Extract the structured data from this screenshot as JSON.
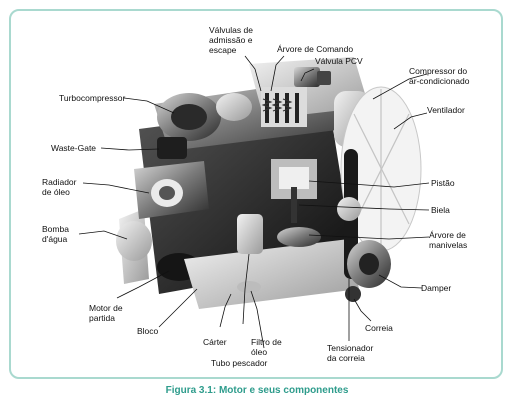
{
  "labels": {
    "valvulas_1": "Válvulas de",
    "valvulas_2": "admissão e",
    "valvulas_3": "escape",
    "arvore_comando": "Árvore de Comando",
    "valvula_pcv": "Válvula PCV",
    "compressor_1": "Compressor do",
    "compressor_2": "ar-condicionado",
    "turbocompressor": "Turbocompressor",
    "ventilador": "Ventilador",
    "waste_gate": "Waste-Gate",
    "radiador_1": "Radiador",
    "radiador_2": "de óleo",
    "pistao": "Pistão",
    "biela": "Biela",
    "bomba_1": "Bomba",
    "bomba_2": "d'água",
    "arvore_manivelas_1": "Árvore de",
    "arvore_manivelas_2": "manivelas",
    "damper": "Damper",
    "motor_partida_1": "Motor de",
    "motor_partida_2": "partida",
    "bloco": "Bloco",
    "carter": "Cárter",
    "filtro_1": "Filtro de",
    "filtro_2": "óleo",
    "tubo_pescador": "Tubo pescador",
    "correia": "Correia",
    "tensionador_1": "Tensionador",
    "tensionador_2": "da correia"
  },
  "caption": "Figura 3.1: Motor e seus componentes",
  "colors": {
    "frame": "#a9d9cf",
    "caption": "#2e9c8c"
  }
}
